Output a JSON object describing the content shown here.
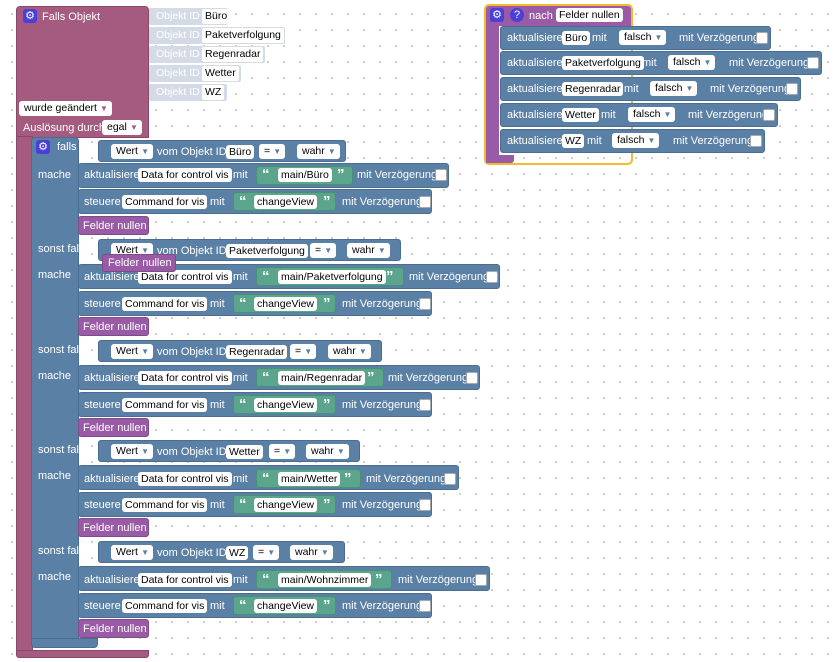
{
  "trigger": {
    "title": "Falls Objekt",
    "object_label": "Objekt ID",
    "objects": [
      "Büro",
      "Paketverfolgung",
      "Regenradar",
      "Wetter",
      "WZ"
    ],
    "changed_value": "wurde geändert",
    "trigger_label": "Auslösung durch",
    "trigger_value": "egal"
  },
  "if_block": {
    "if_label": "falls",
    "else_if_label": "sonst falls",
    "do_label": "mache",
    "value_label": "Wert",
    "object_label": "Objekt ID",
    "of_object": "vom Objekt ID",
    "eq": "=",
    "true_value": "wahr",
    "update_label": "aktualisiere",
    "control_label": "steuere",
    "with_label": "mit",
    "delay_label": "mit Verzögerung",
    "data_var": "Data for control vis",
    "command_var": "Command for vis",
    "change_view": "changeView",
    "call_label": "Felder nullen",
    "ghost_label": "Felder nullen",
    "branches": [
      {
        "object": "Büro",
        "text": "main/Büro"
      },
      {
        "object": "Paketverfolgung",
        "text": "main/Paketverfolgung"
      },
      {
        "object": "Regenradar",
        "text": "main/Regenradar"
      },
      {
        "object": "Wetter",
        "text": "main/Wetter"
      },
      {
        "object": "WZ",
        "text": "main/Wohnzimmer"
      }
    ]
  },
  "procedure": {
    "label": "nach",
    "name": "Felder nullen",
    "update_label": "aktualisiere",
    "with_label": "mit",
    "false_value": "falsch",
    "delay_label": "mit Verzögerung",
    "items": [
      "Büro",
      "Paketverfolgung",
      "Regenradar",
      "Wetter",
      "WZ"
    ]
  },
  "colors": {
    "trigger": "#a55b80",
    "control": "#5b80a5",
    "text": "#5ba58c",
    "procedure": "#995ba5",
    "gear": "#4a3fd6",
    "selection": "#f5b82e"
  }
}
